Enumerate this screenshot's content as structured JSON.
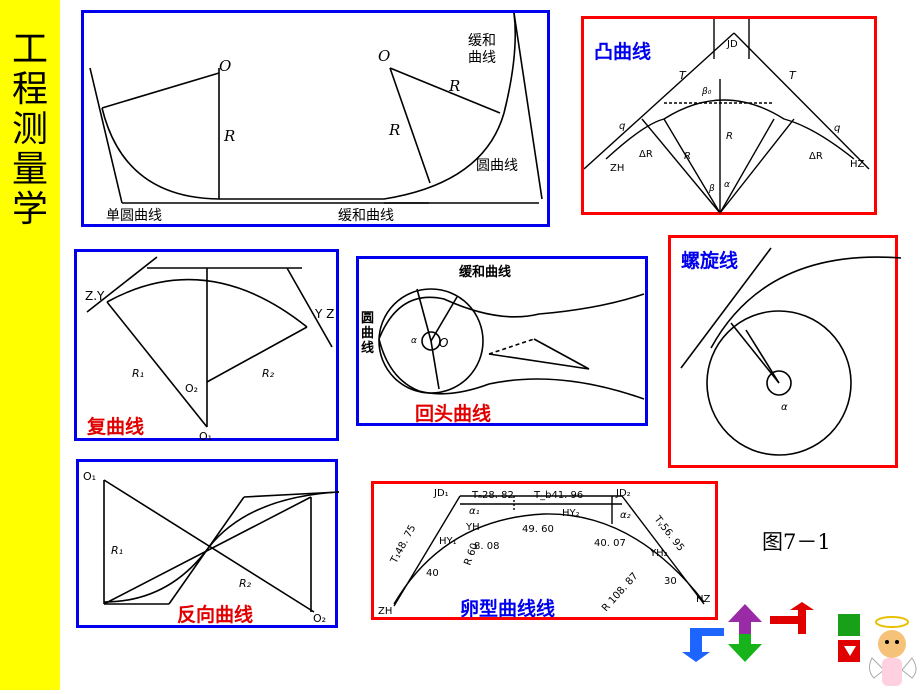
{
  "sidebar": {
    "title": "工程测量学"
  },
  "figure_caption": "图7－1",
  "panels": {
    "single_curve": {
      "label": "单圆曲线",
      "transition_label": "缓和曲线",
      "circle_label": "圆曲线",
      "transition_top_label": "缓和曲线",
      "center_left": "O",
      "center_right": "O",
      "radius_left": "R",
      "radius_right_1": "R",
      "radius_right_2": "R",
      "colors": {
        "border": "#0000ee"
      }
    },
    "convex_curve": {
      "label": "凸曲线",
      "jd": "JD",
      "zh": "ZH",
      "hz": "HZ",
      "t_short": "T",
      "q": "q",
      "delta_r": "ΔR",
      "radius": "R",
      "alpha": "α",
      "beta": "β",
      "beta0": "β₀",
      "colors": {
        "border": "#ff0000"
      }
    },
    "spiral": {
      "label": "螺旋线",
      "alpha": "α",
      "colors": {
        "border": "#ff0000"
      }
    },
    "compound": {
      "label": "复曲线",
      "zy": "Z.Y",
      "yz": "Y Z",
      "r1": "R₁",
      "r2": "R₂",
      "o1": "O₁",
      "o2": "O₂",
      "colors": {
        "border": "#0000ee"
      }
    },
    "hairpin": {
      "label": "回头曲线",
      "transition_label": "缓和曲线",
      "circle_label": "圆曲线",
      "center": "O",
      "alpha": "α",
      "colors": {
        "border": "#0000ee"
      }
    },
    "reverse": {
      "label": "反向曲线",
      "o1": "O₁",
      "o2": "O₂",
      "r1": "R₁",
      "r2": "R₂",
      "colors": {
        "border": "#0000ee"
      }
    },
    "oval": {
      "label": "卵型曲线线",
      "jd1": "JD₁",
      "jd2": "JD₂",
      "ta": "Tₐ28. 82",
      "tb": "T_b41. 96",
      "t1": "T₁48. 75",
      "t2": "Tᵧ56. 95",
      "hy1": "HY₁",
      "yh1": "YH",
      "hy2": "HY₂",
      "yh2": "YH₂",
      "d1": "49. 60",
      "d2": "40. 07",
      "r60": "R 60",
      "r808": "8. 08",
      "r10887": "R 108. 87",
      "n40": "40",
      "n30": "30",
      "zh": "ZH",
      "hz": "HZ",
      "a1": "α₁",
      "a2": "α₂",
      "colors": {
        "border": "#ff0000"
      }
    }
  },
  "nav": {
    "buttons": [
      {
        "name": "nav-back",
        "color": "#1e64ff"
      },
      {
        "name": "nav-up-down",
        "color": "#9a2aa6"
      },
      {
        "name": "nav-forward",
        "color": "#e00000"
      }
    ],
    "mascot": "angel-mascot"
  }
}
